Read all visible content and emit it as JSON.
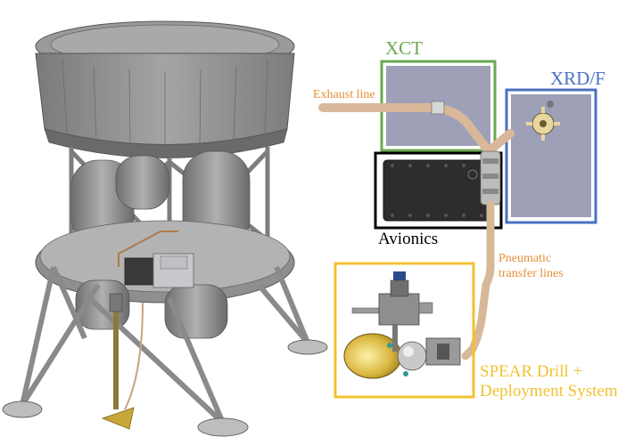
{
  "labels": {
    "xct": "XCT",
    "xrdf": "XRD/F",
    "exhaust": "Exhaust line",
    "avionics": "Avionics",
    "pneumatic_line1": "Pneumatic",
    "pneumatic_line2": "transfer lines",
    "spear_line1": "SPEAR Drill +",
    "spear_line2": "Deployment System"
  },
  "colors": {
    "xct_box": "#6aa84f",
    "xrdf_box": "#4a72c4",
    "avionics_box": "#000000",
    "spear_box": "#f1c232",
    "orange_text": "#e69138",
    "panel_fill": "#9ea0b8",
    "lander_gray": "#8c8c8c",
    "tube": "#d9b89a"
  }
}
